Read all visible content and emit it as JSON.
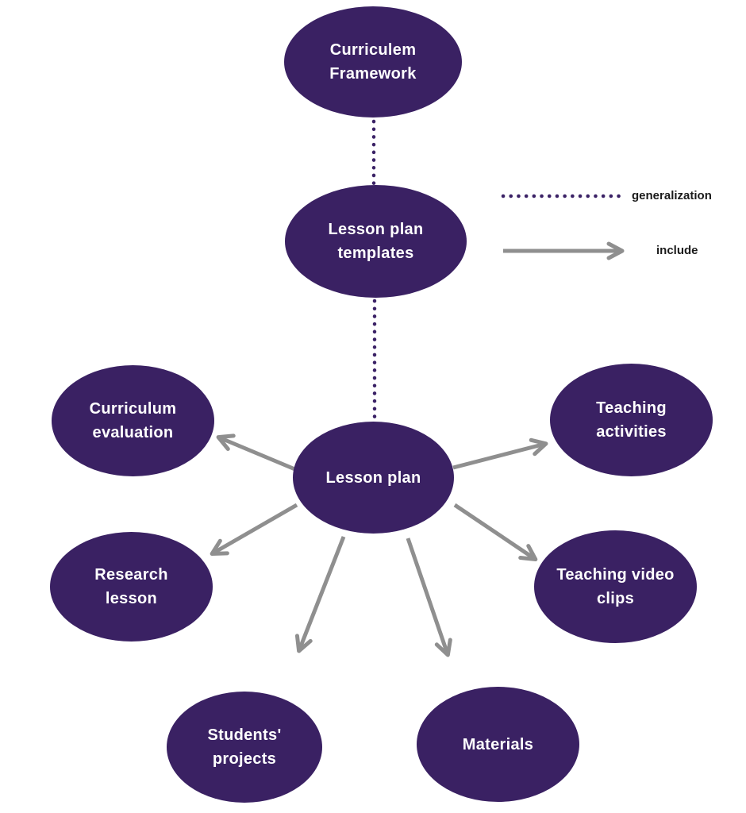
{
  "nodes": {
    "curriculem_framework": "Curriculem Framework",
    "lesson_plan_templates": "Lesson plan templates",
    "lesson_plan": "Lesson plan",
    "curriculum_evaluation": "Curriculum evaluation",
    "teaching_activities": "Teaching activities",
    "research_lesson": "Research lesson",
    "teaching_video_clips": "Teaching video clips",
    "students_projects": "Students' projects",
    "materials": "Materials"
  },
  "edges": [
    {
      "from": "curriculem_framework",
      "to": "lesson_plan_templates",
      "type": "generalization"
    },
    {
      "from": "lesson_plan_templates",
      "to": "lesson_plan",
      "type": "generalization"
    },
    {
      "from": "lesson_plan",
      "to": "curriculum_evaluation",
      "type": "include"
    },
    {
      "from": "lesson_plan",
      "to": "teaching_activities",
      "type": "include"
    },
    {
      "from": "lesson_plan",
      "to": "research_lesson",
      "type": "include"
    },
    {
      "from": "lesson_plan",
      "to": "teaching_video_clips",
      "type": "include"
    },
    {
      "from": "lesson_plan",
      "to": "students_projects",
      "type": "include"
    },
    {
      "from": "lesson_plan",
      "to": "materials",
      "type": "include"
    }
  ],
  "legend": {
    "generalization": "generalization",
    "include": "include"
  },
  "colors": {
    "node-fill": "#3a2163",
    "node-text": "#ffffff",
    "arrow-gray": "#8f8f8f",
    "dot-purple": "#3b2266",
    "legend-text": "#1b1b1b",
    "background": "#ffffff"
  }
}
